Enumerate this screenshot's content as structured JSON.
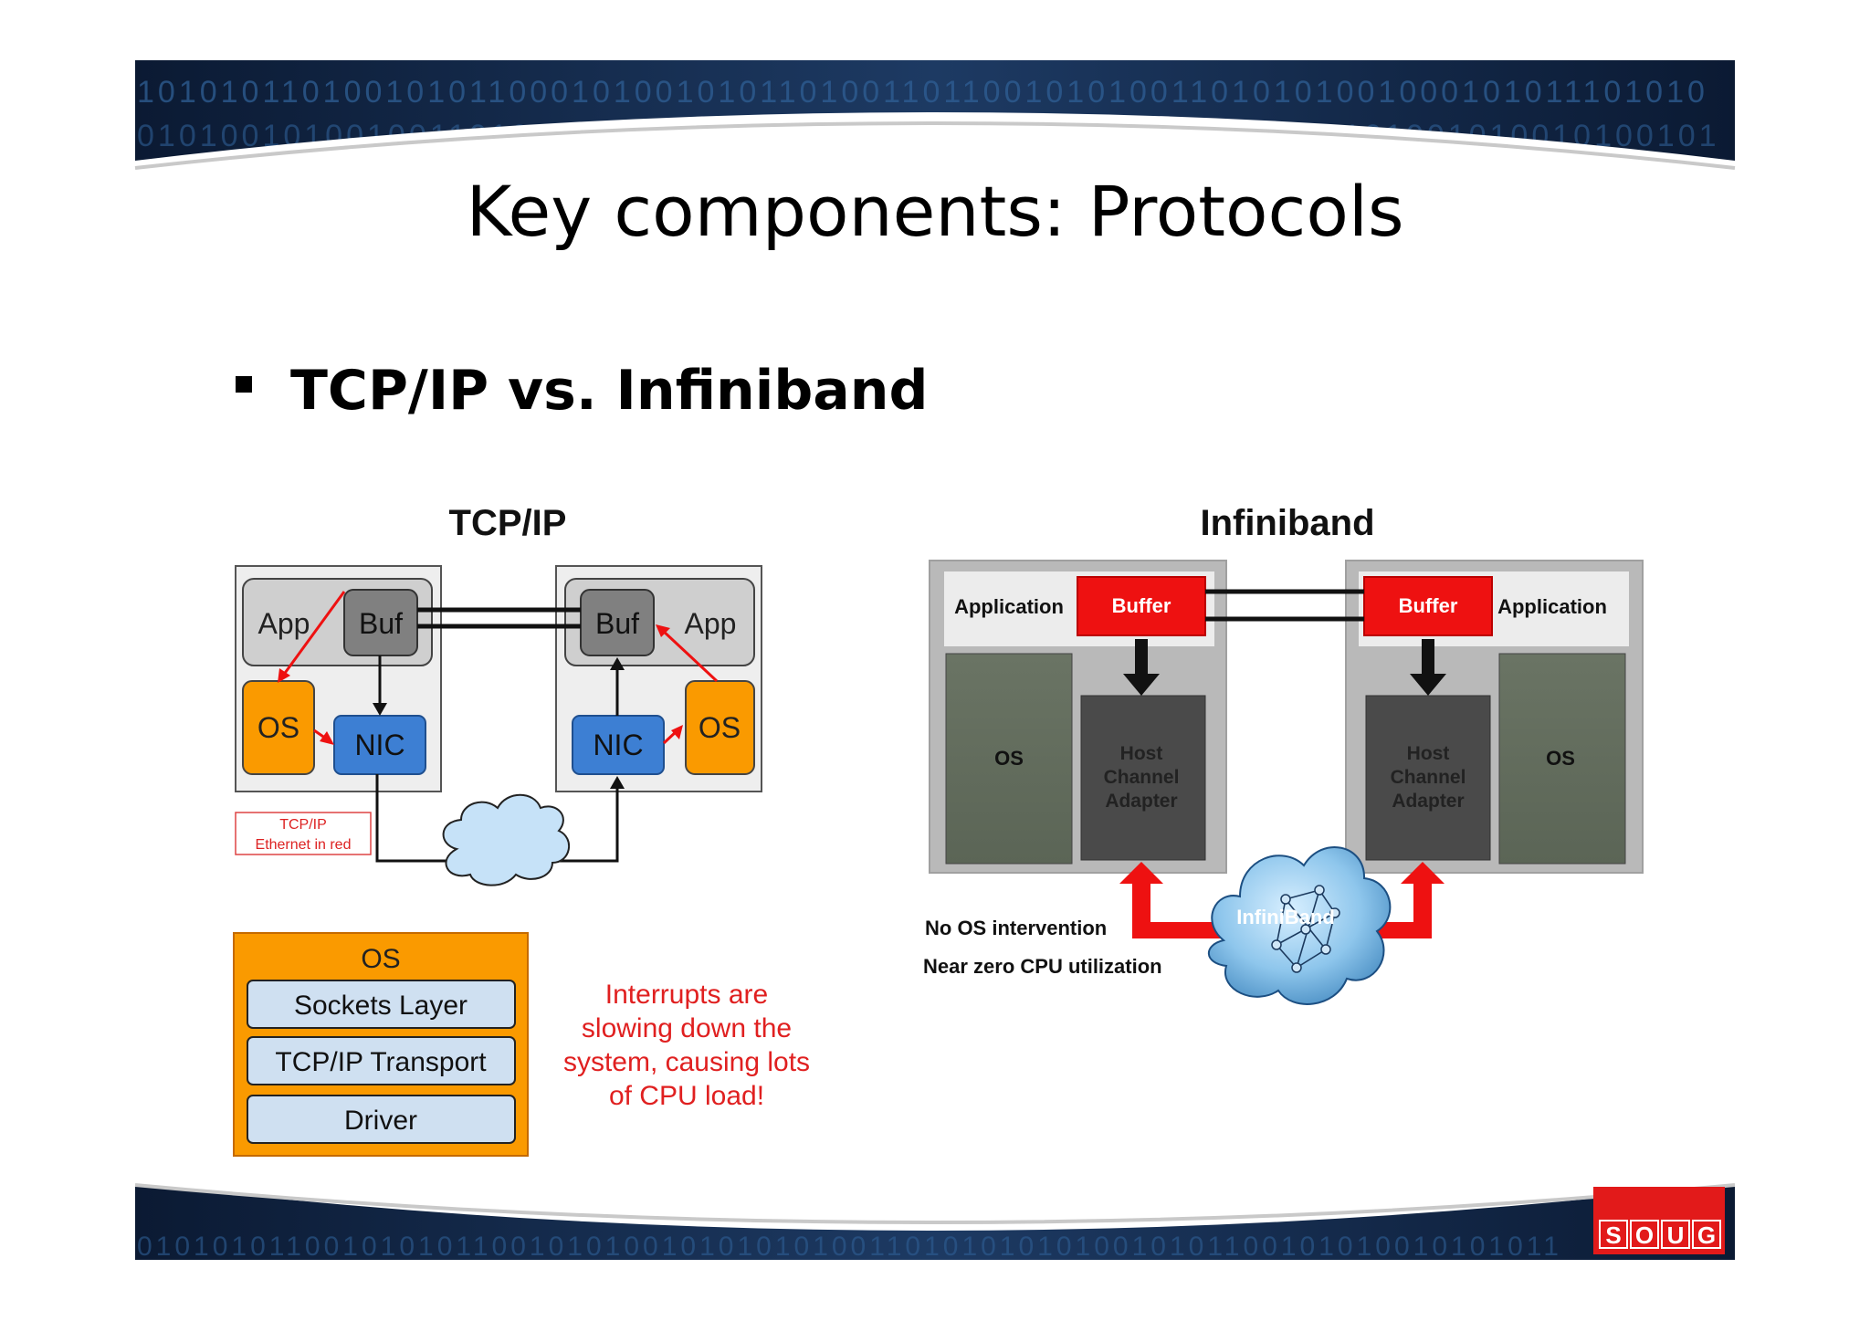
{
  "slide": {
    "title": "Key components: Protocols",
    "bullet": "TCP/IP vs. Infiniband"
  },
  "tcpip": {
    "heading": "TCP/IP",
    "host_left": {
      "app": "App",
      "buf": "Buf",
      "os": "OS",
      "nic": "NIC"
    },
    "host_right": {
      "app": "App",
      "buf": "Buf",
      "os": "OS",
      "nic": "NIC"
    },
    "legend_line1": "TCP/IP",
    "legend_line2": "Ethernet in red",
    "os_stack": {
      "title": "OS",
      "layers": [
        "Sockets Layer",
        "TCP/IP Transport",
        "Driver"
      ]
    },
    "note_lines": [
      "Interrupts are",
      "slowing down the",
      "system, causing lots",
      "of CPU load!"
    ]
  },
  "infiniband": {
    "heading": "Infiniband",
    "host_left": {
      "application": "Application",
      "buffer": "Buffer",
      "os": "OS",
      "hca_lines": [
        "Host",
        "Channel",
        "Adapter"
      ]
    },
    "host_right": {
      "application": "Application",
      "buffer": "Buffer",
      "os": "OS",
      "hca_lines": [
        "Host",
        "Channel",
        "Adapter"
      ]
    },
    "cloud_label": "InfiniBand",
    "note1": "No OS intervention",
    "note2": "Near zero CPU utilization"
  },
  "logo": {
    "letters": [
      "S",
      "O",
      "U",
      "G"
    ]
  },
  "banner": {
    "top_digits": "1010101101001010110001010010101101001101100101010011010101001000101011101010",
    "top_digits2": "0101001010010011010100101001101010101010010101001010110100101001010010100101",
    "bottom_digits": "0101010110010101011001010100101010101001101010101010010101100101010010101011"
  },
  "colors": {
    "orange": "#fa9a00",
    "nic_blue": "#3d7fd3",
    "buf_gray": "#808080",
    "app_gray": "#cfcfcf",
    "ib_red": "#ee1111",
    "stack_blue": "#cfe0f1",
    "banner_dark": "#0e2240"
  }
}
